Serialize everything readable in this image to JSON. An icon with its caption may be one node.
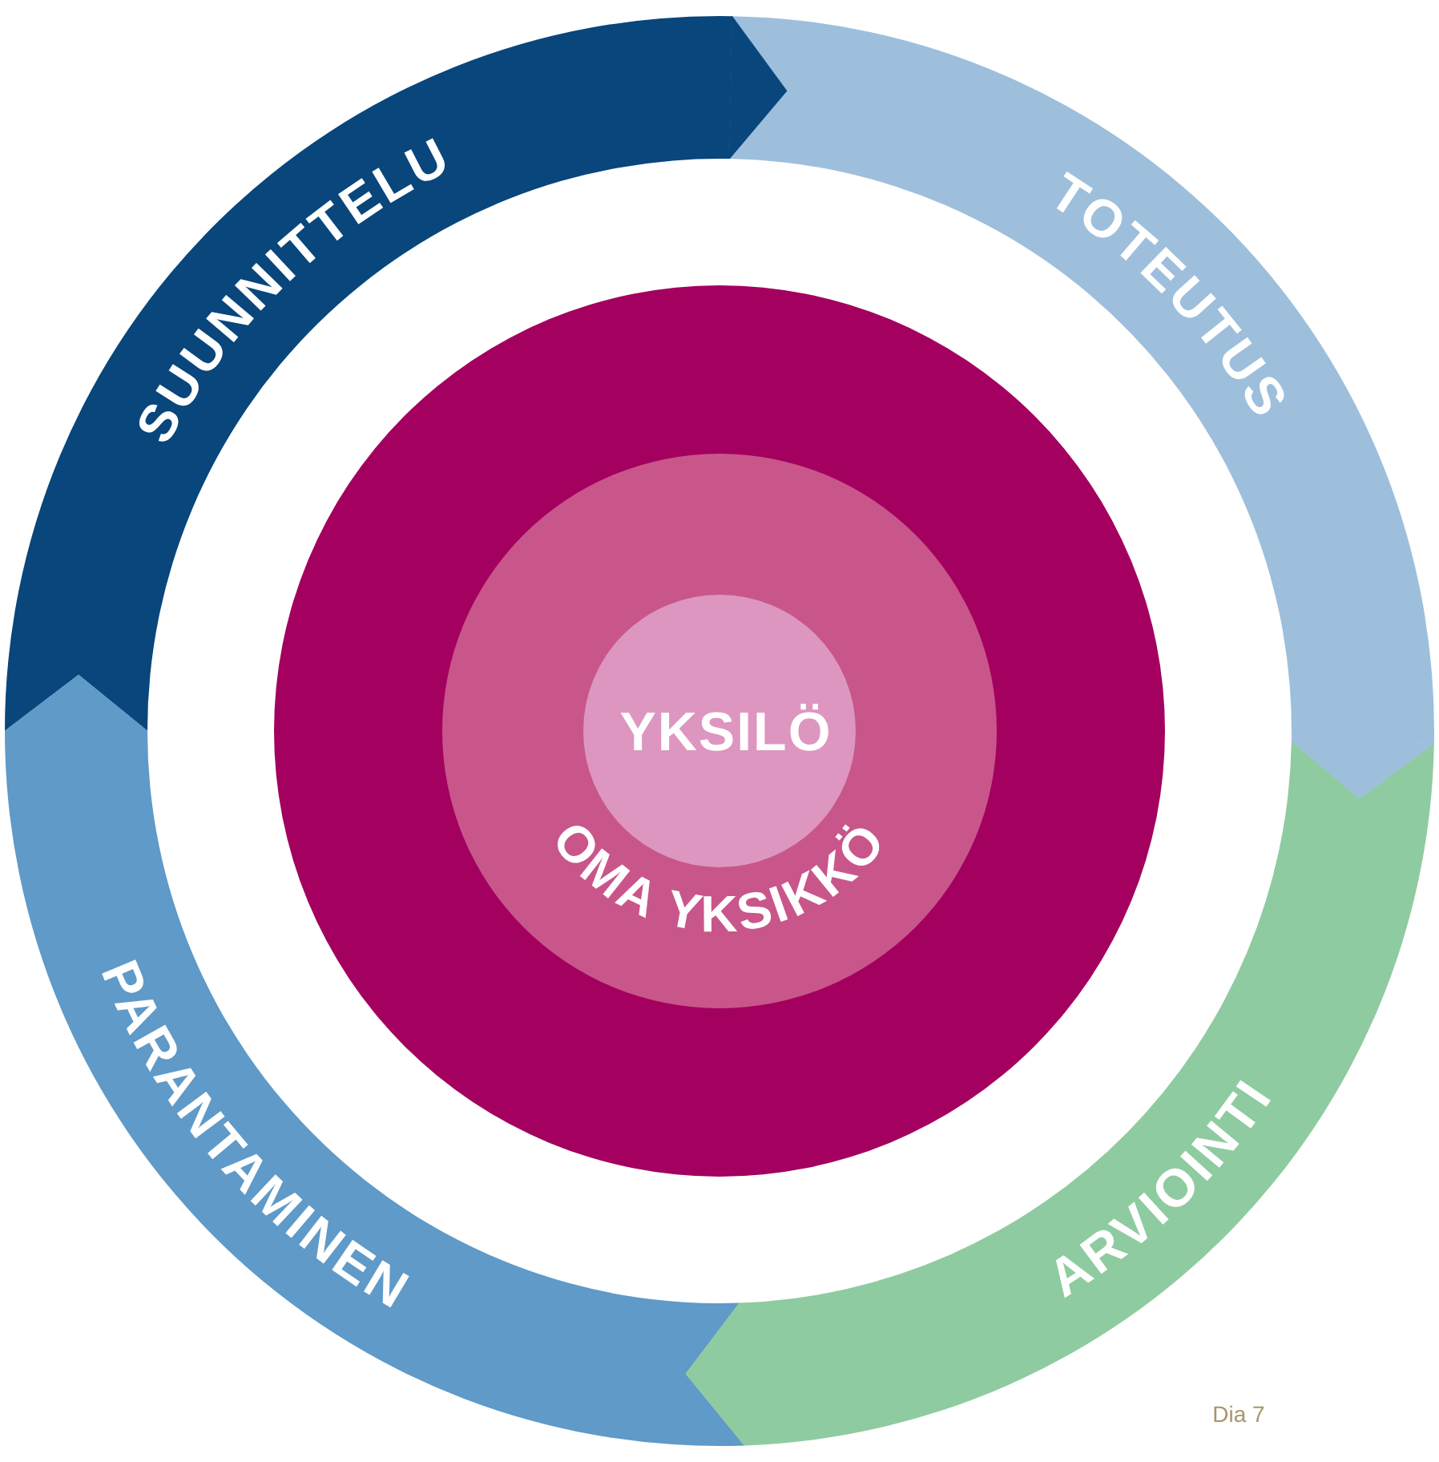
{
  "diagram": {
    "nodes": [
      {
        "text": [
          "SUUNNITTELU"
        ]
      },
      {
        "text": [
          "TOTEUTUS"
        ]
      },
      {
        "text": [
          "ARVIOINTI"
        ]
      },
      {
        "text": [
          "PARANTAMINEN"
        ]
      },
      {
        "text": [],
        "shape": "circle"
      },
      {
        "text": [
          "OMA YKSIKKÖ"
        ],
        "in": 4
      },
      {
        "text": [
          "YKSILÖ"
        ],
        "in": 5
      }
    ],
    "edges": [
      {
        "from": 0,
        "to": 1,
        "arrow": "to"
      },
      {
        "from": 1,
        "to": 2,
        "arrow": "to"
      },
      {
        "from": 2,
        "to": 3,
        "arrow": "to"
      },
      {
        "from": 3,
        "to": 0,
        "arrow": "to"
      }
    ],
    "labels": [
      "Dia 7"
    ]
  }
}
